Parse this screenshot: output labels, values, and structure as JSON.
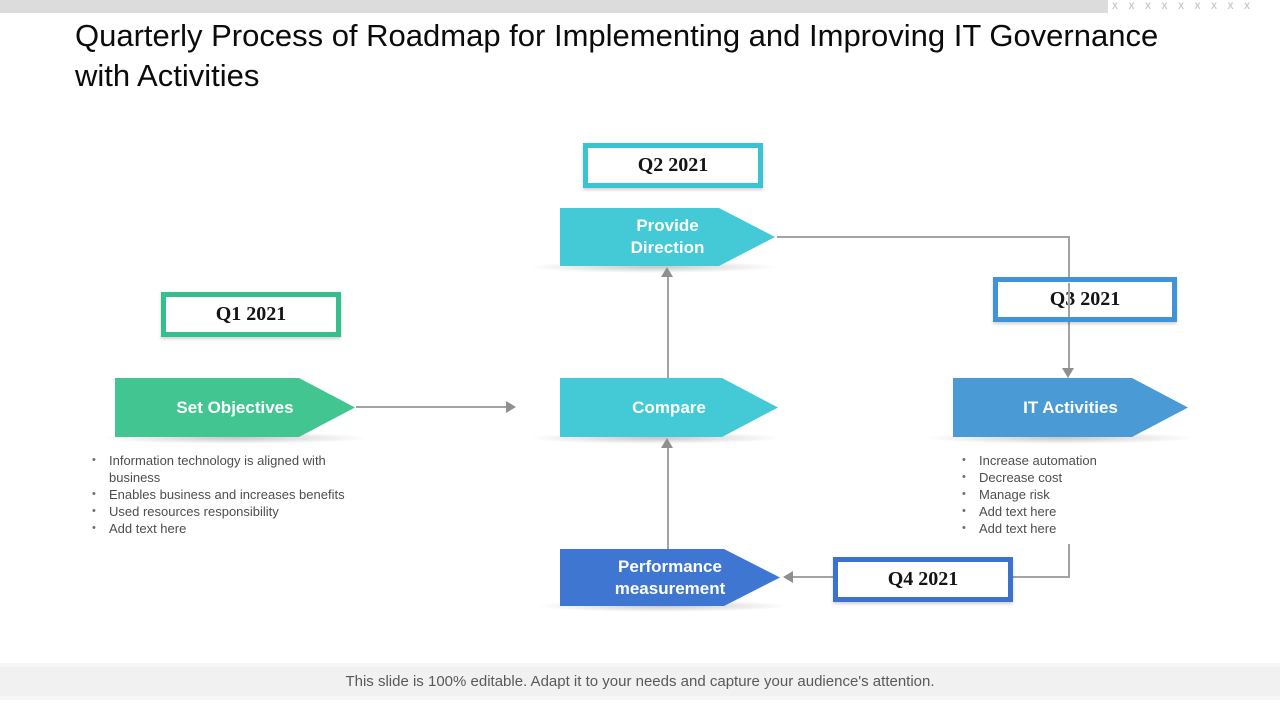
{
  "slide": {
    "title": "Quarterly Process of Roadmap for Implementing and Improving IT Governance with Activities",
    "watermark": "X X X X X X X X X",
    "footer_note": "This slide is 100% editable. Adapt it to your needs and capture your audience's attention."
  },
  "milestones": {
    "q1": "Q1 2021",
    "q2": "Q2 2021",
    "q3": "Q3 2021",
    "q4": "Q4 2021"
  },
  "steps": {
    "set_objectives": "Set Objectives",
    "provide_direction": "Provide Direction",
    "compare": "Compare",
    "it_activities": "IT Activities",
    "performance_measurement": "Performance measurement"
  },
  "activities": {
    "set_objectives": [
      "Information technology is aligned with business",
      "Enables business and increases benefits",
      "Used resources responsibility",
      "Add text here"
    ],
    "it_activities": [
      "Increase automation",
      "Decrease cost",
      "Manage risk",
      "Add text here",
      "Add text here"
    ]
  },
  "colors": {
    "q1_border_green": "#36BE8C",
    "q2_border_cyan": "#3AC4D2",
    "q3_border_blue": "#3F93D6",
    "q4_border_royal_blue": "#3B72CE",
    "step_green": "#43C591",
    "step_cyan": "#44C9D6",
    "step_blue": "#4A9AD5",
    "step_royal_blue": "#3E76D2",
    "connector_gray": "#A3A3A3",
    "top_bar_gray": "#DCDCDC",
    "footer_bar_gray": "#F1F1F1"
  }
}
